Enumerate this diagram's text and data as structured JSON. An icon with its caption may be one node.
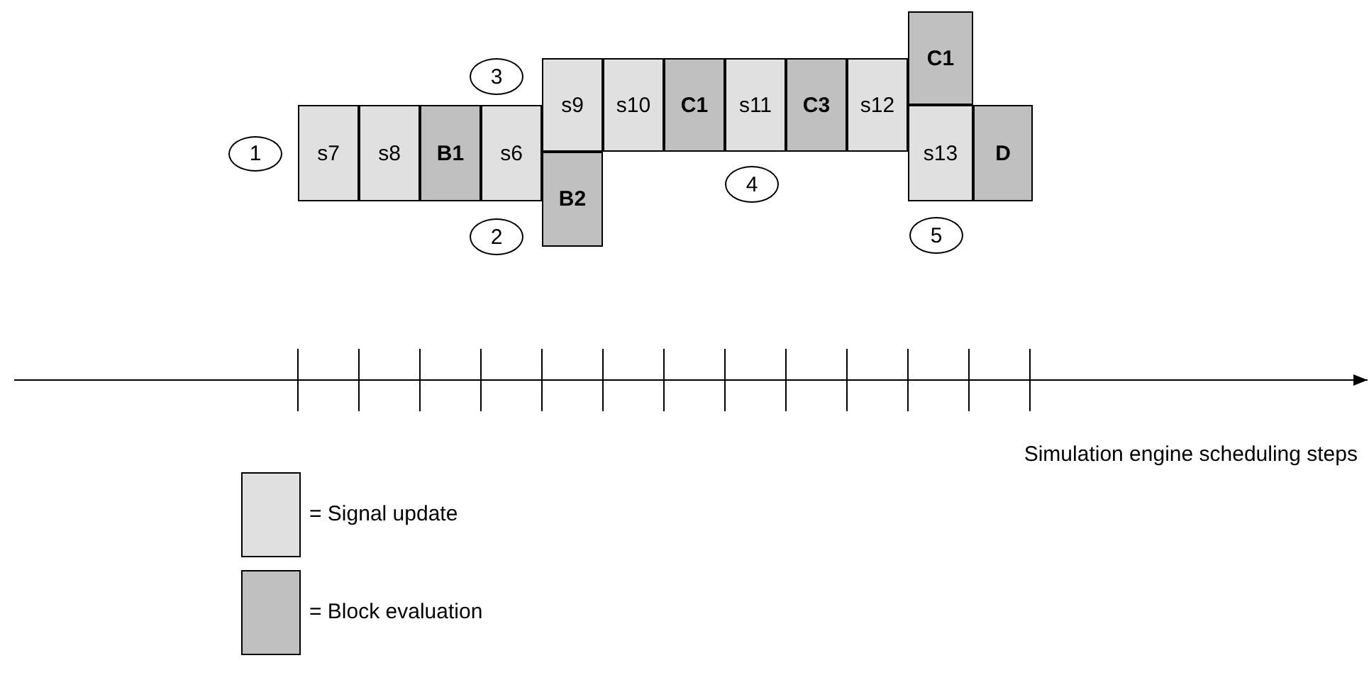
{
  "diagram": {
    "nodes": [
      {
        "text": [
          "1"
        ]
      },
      {
        "text": [
          "s7"
        ]
      },
      {
        "text": [
          "s8"
        ]
      },
      {
        "text": [
          "B1"
        ]
      },
      {
        "text": [
          "s6"
        ]
      },
      {
        "text": [
          "3"
        ]
      },
      {
        "text": [
          "2"
        ]
      },
      {
        "text": [
          "s9"
        ]
      },
      {
        "text": [
          "B2"
        ]
      },
      {
        "text": [
          "s10"
        ]
      },
      {
        "text": [
          "C1"
        ]
      },
      {
        "text": [
          "s11"
        ]
      },
      {
        "text": [
          "4"
        ]
      },
      {
        "text": [
          "C3"
        ]
      },
      {
        "text": [
          "s12"
        ]
      },
      {
        "text": [
          "C1"
        ]
      },
      {
        "text": [
          "s13"
        ]
      },
      {
        "text": [
          "5"
        ]
      },
      {
        "text": [
          "D"
        ]
      }
    ],
    "edges": [],
    "labels": [
      "Simulation engine scheduling steps"
    ],
    "legend": [
      {
        "text": "= Signal update",
        "color": "#e0e0e0"
      },
      {
        "text": "= Block evaluation",
        "color": "#c0c0c0"
      }
    ]
  }
}
